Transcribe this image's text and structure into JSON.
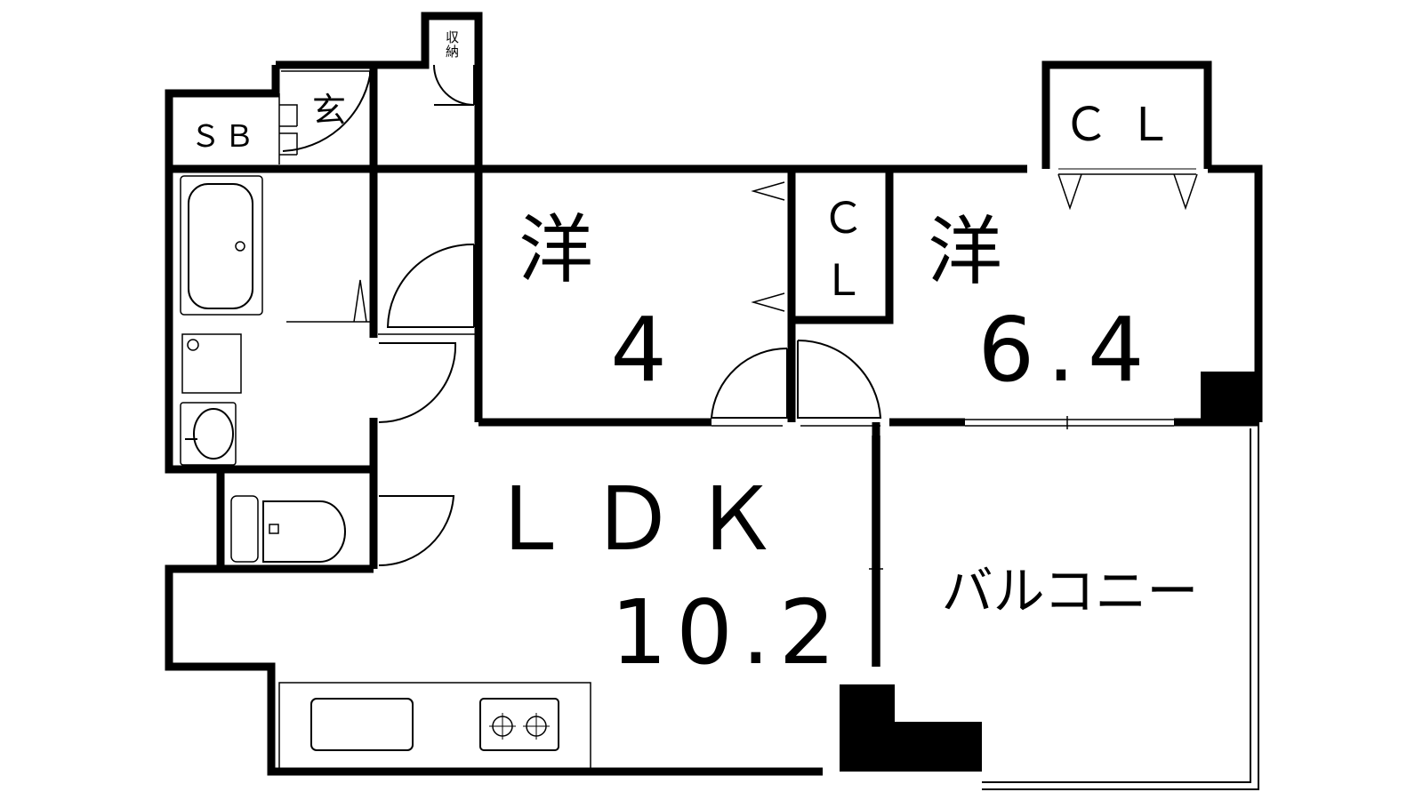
{
  "rooms": {
    "storage": "収納",
    "entrance": "玄",
    "shoe_box": "ＳＢ",
    "western_room_1": {
      "label": "洋",
      "size": "4"
    },
    "closet_small": {
      "line1": "Ｃ",
      "line2": "Ｌ"
    },
    "western_room_2": {
      "label": "洋",
      "size": "6.4"
    },
    "closet_top": "ＣＬ",
    "ldk": {
      "label": "ＬＤＫ",
      "size": "10.2"
    },
    "balcony": "バルコニー"
  },
  "colors": {
    "wall": "#000000",
    "background": "#ffffff"
  }
}
